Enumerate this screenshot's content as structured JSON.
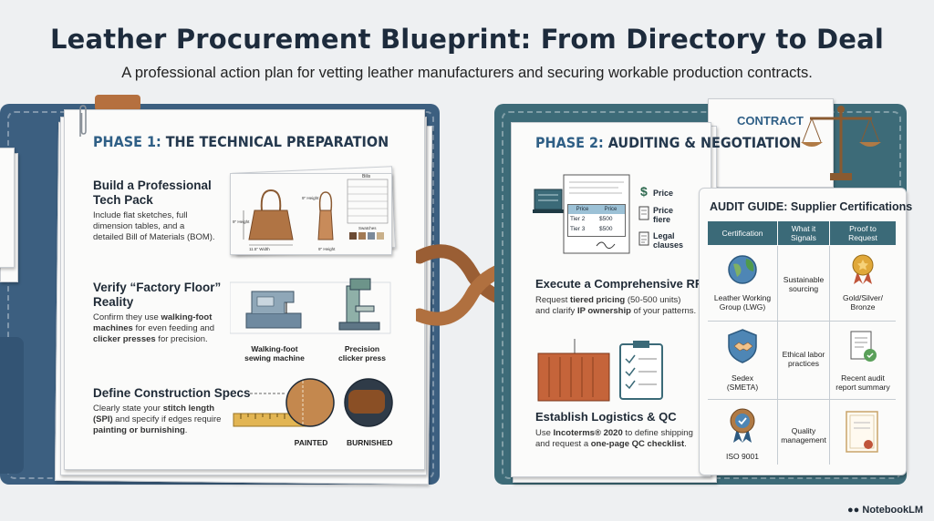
{
  "header": {
    "title": "Leather Procurement Blueprint: From Directory to Deal",
    "subtitle": "A professional action plan for vetting leather manufacturers and securing workable production contracts."
  },
  "phase1": {
    "heading_num": "PHASE 1:",
    "heading_text": " THE TECHNICAL PREPARATION",
    "s1": {
      "title_l1": "Build a Professional",
      "title_l2": "Tech Pack",
      "body_l1": "Include flat sketches, full",
      "body_l2": "dimension tables, and a",
      "body_l3": "detailed Bill of Materials (BOM)."
    },
    "sketch": {
      "w_label": "11.5\" Width",
      "h_label": "9\" Height",
      "h_label2": "9\" Height",
      "dim_label": "9\" Height",
      "list_title": "Bilis",
      "swatch_title": "Swatches"
    },
    "s2": {
      "title_l1": "Verify “Factory Floor”",
      "title_l2": "Reality",
      "body_a": "Confirm they use ",
      "body_b": "walking-foot",
      "body_c": "machines",
      "body_d": " for even feeding and",
      "body_e": "clicker presses",
      "body_f": " for precision.",
      "cap1_l1": "Walking-foot",
      "cap1_l2": "sewing machine",
      "cap2_l1": "Precision",
      "cap2_l2": "clicker press"
    },
    "s3": {
      "title": "Define Construction Specs",
      "body_a": "Clearly state your ",
      "body_b": "stitch length",
      "body_c": "(SPI)",
      "body_d": " and specify if edges require",
      "body_e": "painting or burnishing",
      "body_f": ".",
      "cap1": "PAINTED",
      "cap2": "BURNISHED"
    }
  },
  "phase2": {
    "contract_label": "CONTRACT",
    "heading_num": "PHASE 2:",
    "heading_text": " AUDITING & NEGOTIATION",
    "rfq_doc": {
      "col1": "Price",
      "col2": "Price",
      "row1_a": "Tier 2",
      "row1_b": "$500",
      "row2_a": "Tier 3",
      "row2_b": "$500"
    },
    "legend": {
      "price": "Price",
      "price_tiers_l1": "Price",
      "price_tiers_l2": "fiere",
      "legal_l1": "Legal",
      "legal_l2": "clauses"
    },
    "s1": {
      "title": "Execute a Comprehensive RFQ",
      "body_a": "Request ",
      "body_b": "tiered pricing",
      "body_c": " (50-500 units)",
      "body_d": "and clarify ",
      "body_e": "IP ownership",
      "body_f": " of your patterns."
    },
    "s2": {
      "title": "Establish Logistics & QC",
      "body_a": "Use ",
      "body_b": "Incoterms® 2020",
      "body_c": " to define shipping",
      "body_d": "and request a ",
      "body_e": "one-page QC checklist",
      "body_f": "."
    }
  },
  "audit": {
    "title": "AUDIT GUIDE: Supplier Certifications",
    "headers": {
      "c1": "Certification",
      "c2_l1": "What it",
      "c2_l2": "Signals",
      "c3_l1": "Proof to",
      "c3_l2": "Request"
    },
    "rows": [
      {
        "cert_l1": "Leather Working",
        "cert_l2": "Group (LWG)",
        "signal_l1": "Sustainable",
        "signal_l2": "sourcing",
        "proof_l1": "Gold/Silver/",
        "proof_l2": "Bronze"
      },
      {
        "cert_l1": "Sedex",
        "cert_l2": "(SMETA)",
        "signal_l1": "Ethical labor",
        "signal_l2": "practices",
        "proof_l1": "Recent audit",
        "proof_l2": "report summary"
      },
      {
        "cert_l1": "ISO 9001",
        "cert_l2": "",
        "signal_l1": "Quality",
        "signal_l2": "management",
        "proof_l1": "",
        "proof_l2": ""
      }
    ]
  },
  "watermark": "NotebookLM",
  "colors": {
    "left_folder": "#3c5f80",
    "right_folder": "#3d6b78",
    "strap": "#a0643a",
    "header_bar": "#3b6a78"
  }
}
